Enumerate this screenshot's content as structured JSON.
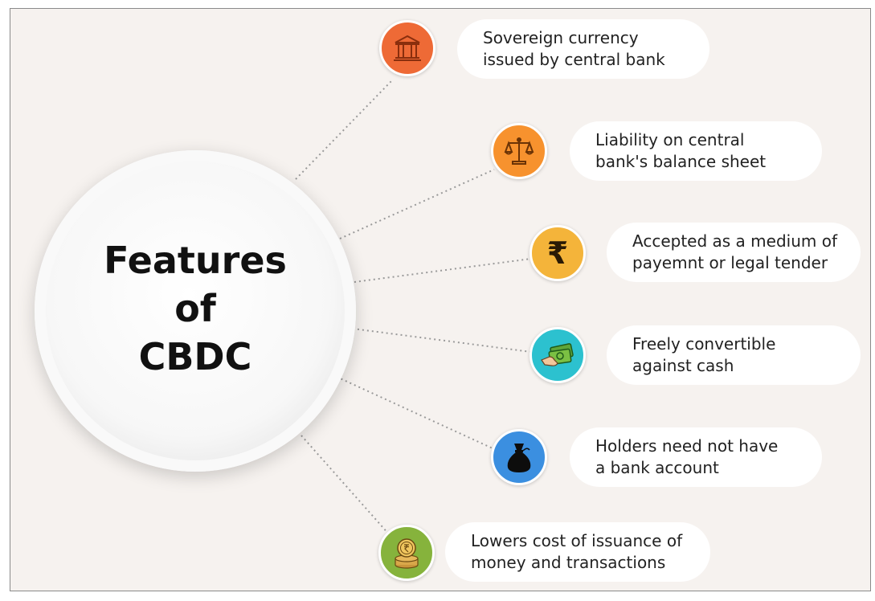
{
  "hub": {
    "lines": [
      "Features",
      "of",
      "CBDC"
    ]
  },
  "features": [
    {
      "lines": [
        "Sovereign currency",
        "issued by central bank"
      ],
      "icon": "bank-building-icon",
      "color": "#ee6a36"
    },
    {
      "lines": [
        "Liability on central",
        "bank's balance sheet"
      ],
      "icon": "balance-scale-icon",
      "color": "#f7922e"
    },
    {
      "lines": [
        "Accepted as a medium of",
        "payemnt or legal tender"
      ],
      "icon": "rupee-icon",
      "color": "#f4b43a"
    },
    {
      "lines": [
        "Freely convertible",
        "against cash"
      ],
      "icon": "cash-in-hand-icon",
      "color": "#2cc1cf"
    },
    {
      "lines": [
        "Holders need not have",
        "a bank account"
      ],
      "icon": "money-bag-icon",
      "color": "#3b8fe0"
    },
    {
      "lines": [
        "Lowers cost of issuance of",
        "money and transactions"
      ],
      "icon": "coin-stack-icon",
      "color": "#86b33c"
    }
  ]
}
